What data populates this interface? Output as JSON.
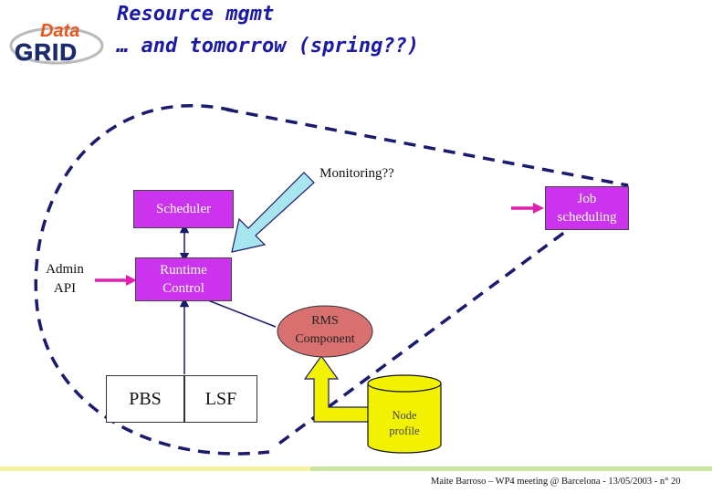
{
  "header": {
    "logo_top": "Data",
    "logo_bottom": "GRID",
    "title_line1": "Resource mgmt",
    "title_line2": "… and tomorrow (spring??)"
  },
  "diagram": {
    "monitoring": "Monitoring??",
    "scheduler": "Scheduler",
    "job_scheduling_1": "Job",
    "job_scheduling_2": "scheduling",
    "admin_1": "Admin",
    "admin_2": "API",
    "runtime_1": "Runtime",
    "runtime_2": "Control",
    "rms_1": "RMS",
    "rms_2": "Component",
    "pbs": "PBS",
    "lsf": "LSF",
    "node_1": "Node",
    "node_2": "profile"
  },
  "colors": {
    "box_fill": "#cc33ee",
    "arrow_pink": "#e020b0",
    "cyan_arrow": "#a8e6ef",
    "yellow_arrow": "#f2f200",
    "line_navy": "#1a1a6e",
    "title_blue": "#1a1aa6"
  },
  "footer": {
    "text": "Maite Barroso – WP4 meeting @ Barcelona - 13/05/2003 - n° 20"
  }
}
